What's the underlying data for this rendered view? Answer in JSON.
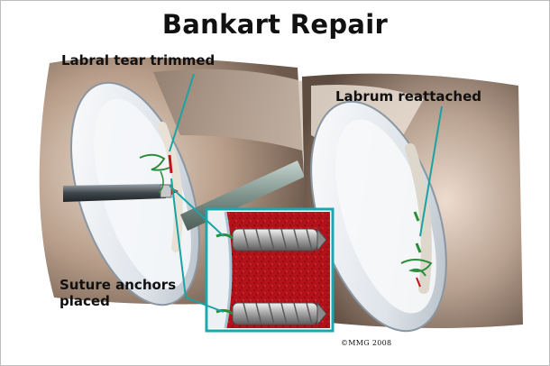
{
  "title": "Bankart Repair",
  "labels": {
    "labral_tear": "Labral tear trimmed",
    "labrum_reattached": "Labrum reattached",
    "suture_anchors_line1": "Suture anchors",
    "suture_anchors_line2": "placed"
  },
  "copyright": "©MMG 2008",
  "colors": {
    "leader_line": "#1aa3a3",
    "inset_border": "#17a8b0",
    "bone_red": "#b3121b",
    "suture_green": "#2a8c3c"
  }
}
